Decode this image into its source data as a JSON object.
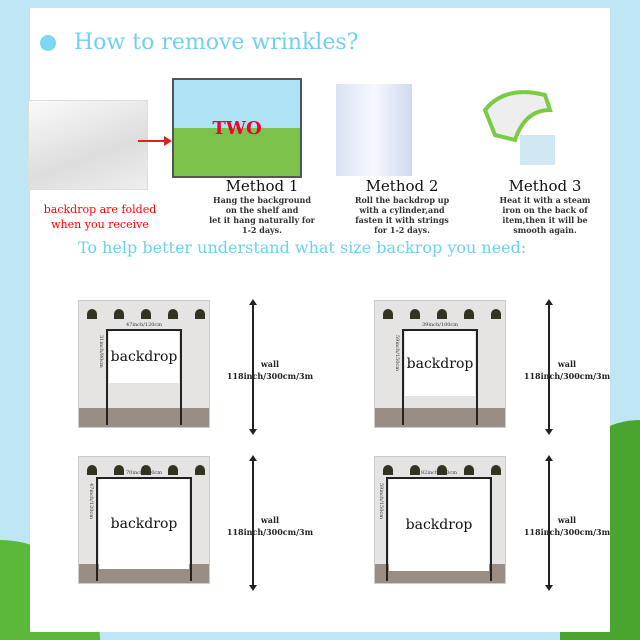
{
  "title": "How to remove wrinkles?",
  "folded_caption": [
    "backdrop are folded",
    "when you receive"
  ],
  "poster_text": "TWO",
  "methods": [
    {
      "title": "Method 1",
      "lines": [
        "Hang the background",
        "on the shelf and",
        "let it hang naturally for",
        "1-2 days."
      ]
    },
    {
      "title": "Method 2",
      "lines": [
        "Roll the backdrop up",
        "with a cylinder,and",
        "fasten it with strings",
        "for 1-2 days."
      ]
    },
    {
      "title": "Method 3",
      "lines": [
        "Heat it with a steam",
        "iron on the back of",
        "item,then it will be",
        "smooth again."
      ]
    }
  ],
  "size_heading": "To help better understand what size backrop you need:",
  "sizes": [
    {
      "label": "backdrop",
      "width": "47inch/120cm",
      "height": "31inch/80cm",
      "wall": [
        "wall",
        "118inch/300cm/3m"
      ]
    },
    {
      "label": "backdrop",
      "width": "39inch/100cm",
      "height": "59inch/150cm",
      "wall": [
        "wall",
        "118inch/300cm/3m"
      ]
    },
    {
      "label": "backdrop",
      "width": "70inch/180cm",
      "height": "47inch/120cm",
      "wall": [
        "wall",
        "118inch/300cm/3m"
      ]
    },
    {
      "label": "backdrop",
      "width": "82inch/210cm",
      "height": "59inch/150cm",
      "wall": [
        "wall",
        "118inch/300cm/3m"
      ]
    }
  ]
}
